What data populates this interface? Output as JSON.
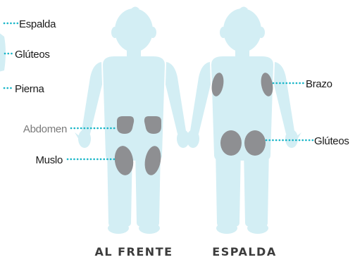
{
  "colors": {
    "body": "#d3eef4",
    "spot": "#8e8f92",
    "leader": "#19b6c8",
    "text": "#1a1a1a",
    "text_light": "#7a7a7a",
    "caption": "#3c3c3c"
  },
  "left_partial_labels": {
    "back": "Espalda",
    "glutes": "Glúteos",
    "leg": "Pierna"
  },
  "front_figure": {
    "caption": "AL FRENTE",
    "labels": {
      "abdomen": "Abdomen",
      "thigh": "Muslo"
    }
  },
  "back_figure": {
    "caption": "ESPALDA",
    "labels": {
      "arm": "Brazo",
      "glutes": "Glúteos"
    }
  }
}
